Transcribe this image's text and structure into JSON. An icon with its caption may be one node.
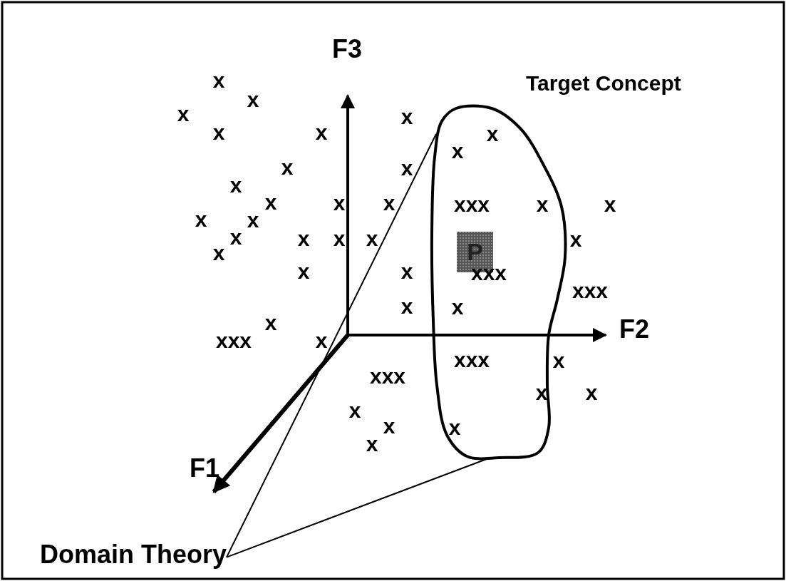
{
  "diagram": {
    "nodes": [
      {
        "text": [
          "Target Concept"
        ]
      },
      {
        "text": [
          "P"
        ],
        "in": 0
      },
      {
        "text": [
          "Domain Theory"
        ]
      }
    ],
    "edges": [
      {
        "from": 2,
        "to": 0,
        "arrow": "none"
      },
      {
        "from": 2,
        "to": 0,
        "arrow": "none"
      }
    ],
    "labels": [
      "F3",
      "x",
      "x",
      "x",
      "x",
      "x",
      "x",
      "x",
      "x",
      "x",
      "x",
      "x",
      "x",
      "x",
      "x",
      "xxx",
      "x",
      "x",
      "x",
      "x",
      "x",
      "x",
      "x",
      "x",
      "x",
      "x",
      "x",
      "x",
      "xxx",
      "xxx",
      "x",
      "x",
      "x",
      "F2",
      "xxx",
      "x",
      "xxx",
      "x",
      "xxx",
      "x",
      "x",
      "x",
      "x",
      "x",
      "x",
      "F1"
    ]
  }
}
